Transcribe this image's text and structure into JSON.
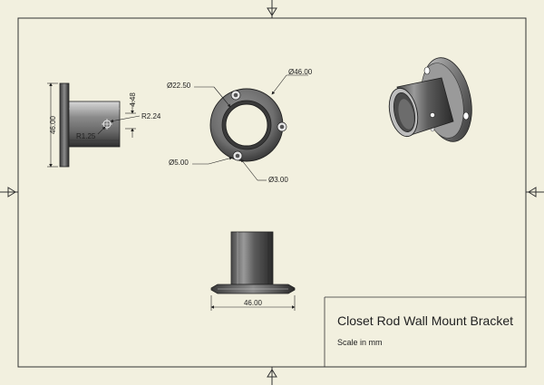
{
  "title_block": {
    "title": "Closet Rod Wall Mount Bracket",
    "subtitle": "Scale in mm"
  },
  "dimensions": {
    "side_height": "46.00",
    "side_offset": "4.48",
    "side_radius_large": "R2.24",
    "side_radius_small": "R1.25",
    "front_inner_diameter": "Ø22.50",
    "front_outer_diameter": "Ø46.00",
    "front_hole_diameter": "Ø5.00",
    "front_small_hole_diameter": "Ø3.00",
    "bottom_width": "46.00"
  }
}
